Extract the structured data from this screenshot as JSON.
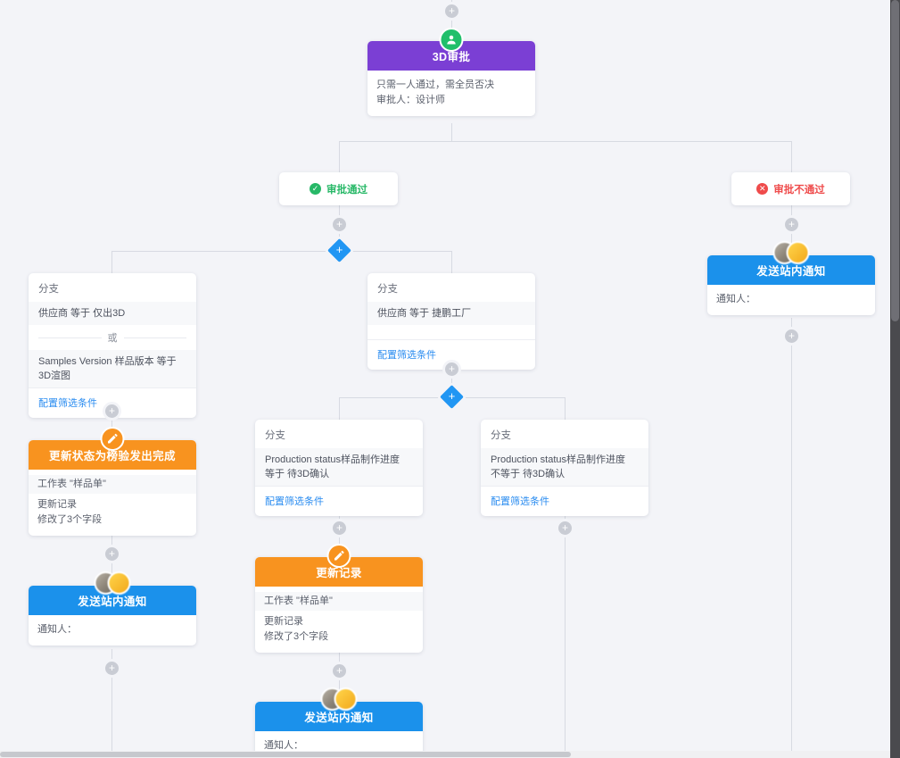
{
  "diagram": {
    "type": "workflow-flowchart",
    "background": "#f3f4f8",
    "colors": {
      "approval_node": "#7b3fd4",
      "update_node": "#f8931f",
      "notify_node": "#1b91eb",
      "pass": "#27b867",
      "fail": "#ef4b4b",
      "link": "#2a8cf0",
      "connector": "#d7dae2",
      "add_diamond": "#2196f3"
    }
  },
  "nodes": {
    "approval_3d": {
      "icon": "user-approve-icon",
      "title": "3D审批",
      "lines": [
        "只需一人通过，需全员否决",
        "审批人：设计师"
      ]
    },
    "cond_pass": {
      "icon": "check-circle-icon",
      "label": "审批通过"
    },
    "cond_fail": {
      "icon": "close-circle-icon",
      "label": "审批不通过"
    },
    "branch_only3d": {
      "title": "分支",
      "expr1": "供应商 等于 仅出3D",
      "or": "或",
      "expr2": "Samples Version 样品版本 等于 3D渲图",
      "config": "配置筛选条件"
    },
    "branch_factory": {
      "title": "分支",
      "expr1": "供应商 等于 捷鹏工厂",
      "config": "配置筛选条件"
    },
    "branch_prod_eq": {
      "title": "分支",
      "expr1": "Production status样品制作进度",
      "expr2": "等于 待3D确认",
      "config": "配置筛选条件"
    },
    "branch_prod_ne": {
      "title": "分支",
      "expr1": "Production status样品制作进度",
      "expr2": "不等于 待3D确认",
      "config": "配置筛选条件"
    },
    "update_status_left": {
      "icon": "edit-record-icon",
      "title": "更新状态为榜验发出完成",
      "lines": [
        "工作表 \"样品单\"",
        "更新记录",
        "修改了3个字段"
      ]
    },
    "update_record_mid": {
      "icon": "edit-record-icon",
      "title": "更新记录",
      "lines": [
        "工作表 \"样品单\"",
        "更新记录",
        "修改了3个字段"
      ]
    },
    "notify_left": {
      "icon": "avatar-group-icon",
      "title": "发送站内通知",
      "lines": [
        "通知人："
      ]
    },
    "notify_mid": {
      "icon": "avatar-group-icon",
      "title": "发送站内通知",
      "lines": [
        "通知人："
      ]
    },
    "notify_right": {
      "icon": "avatar-group-icon",
      "title": "发送站内通知",
      "lines": [
        "通知人："
      ]
    }
  },
  "controls": {
    "add_step": "+",
    "add_branch": "+"
  }
}
